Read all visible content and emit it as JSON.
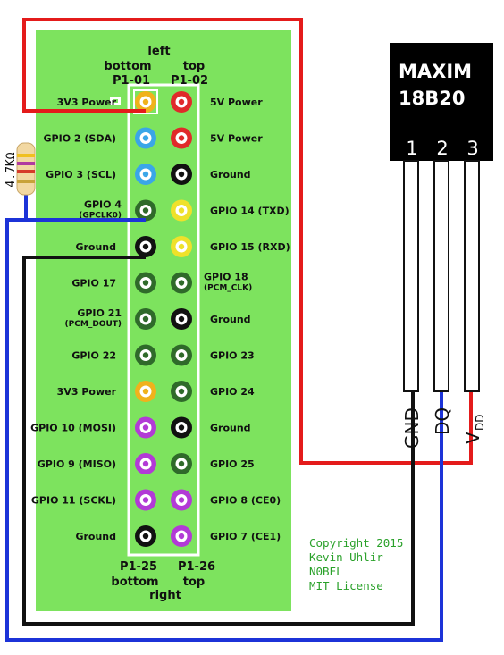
{
  "colors": {
    "board": "#7de35e",
    "wire_red": "#e41b1b",
    "wire_blue": "#1c33d8",
    "wire_black": "#111111",
    "credit": "#2aa12a",
    "chip": "#000000"
  },
  "header": {
    "top_label": "left",
    "left_pos": "bottom",
    "right_pos": "top",
    "left_pin": "P1-01",
    "right_pin": "P1-02"
  },
  "footer": {
    "left_pin": "P1-25",
    "right_pin": "P1-26",
    "left_pos": "bottom",
    "right_pos": "top",
    "bottom_label": "right"
  },
  "pins": [
    {
      "left": "3V3 Power",
      "left_color": "#f0b21c",
      "right": "5V Power",
      "right_color": "#e02a2a"
    },
    {
      "left": "GPIO 2 (SDA)",
      "left_color": "#3aa6e8",
      "right": "5V Power",
      "right_color": "#e02a2a"
    },
    {
      "left": "GPIO 3 (SCL)",
      "left_color": "#3aa6e8",
      "right": "Ground",
      "right_color": "#111111"
    },
    {
      "left": "GPIO 4",
      "left_sub": "(GPCLK0)",
      "left_color": "#2f6a2a",
      "right": "GPIO 14 (TXD)",
      "right_color": "#efe12a"
    },
    {
      "left": "Ground",
      "left_color": "#111111",
      "right": "GPIO 15 (RXD)",
      "right_color": "#efe12a"
    },
    {
      "left": "GPIO 17",
      "left_color": "#2f6a2a",
      "right": "GPIO 18",
      "right_sub": "(PCM_CLK)",
      "right_color": "#2f6a2a"
    },
    {
      "left": "GPIO 21",
      "left_sub": "(PCM_DOUT)",
      "left_color": "#2f6a2a",
      "right": "Ground",
      "right_color": "#111111"
    },
    {
      "left": "GPIO 22",
      "left_color": "#2f6a2a",
      "right": "GPIO 23",
      "right_color": "#2f6a2a"
    },
    {
      "left": "3V3 Power",
      "left_color": "#f0b21c",
      "right": "GPIO 24",
      "right_color": "#2f6a2a"
    },
    {
      "left": "GPIO 10 (MOSI)",
      "left_color": "#b23ad6",
      "right": "Ground",
      "right_color": "#111111"
    },
    {
      "left": "GPIO 9 (MISO)",
      "left_color": "#b23ad6",
      "right": "GPIO 25",
      "right_color": "#2f6a2a"
    },
    {
      "left": "GPIO 11 (SCKL)",
      "left_color": "#b23ad6",
      "right": "GPIO 8 (CE0)",
      "right_color": "#b23ad6"
    },
    {
      "left": "Ground",
      "left_color": "#111111",
      "right": "GPIO 7 (CE1)",
      "right_color": "#b23ad6"
    }
  ],
  "sensor": {
    "brand": "MAXIM",
    "model": "18B20",
    "pin_numbers": [
      "1",
      "2",
      "3"
    ],
    "leg_gnd": "GND",
    "leg_dq": "DQ",
    "leg_vdd_main": "V",
    "leg_vdd_sub": "DD"
  },
  "resistor": {
    "value": "4.7KΩ"
  },
  "credits": {
    "line1": "Copyright 2015",
    "line2": "Kevin Uhlir",
    "line3": "N0BEL",
    "line4": "MIT License"
  }
}
